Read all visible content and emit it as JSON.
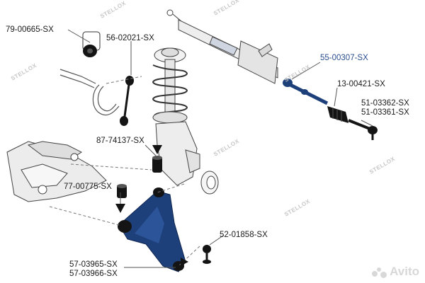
{
  "labels": {
    "p79_00665": "79-00665-SX",
    "p56_02021": "56-02021-SX",
    "p55_00307": "55-00307-SX",
    "p13_00421": "13-00421-SX",
    "p51_03362": "51-03362-SX",
    "p51_03361": "51-03361-SX",
    "p87_74137": "87-74137-SX",
    "p77_00775": "77-00775-SX",
    "p52_01858": "52-01858-SX",
    "p57_03965": "57-03965-SX",
    "p57_03966": "57-03966-SX"
  },
  "watermark": {
    "brand_text": "STELLOX",
    "avito_text": "Avito"
  },
  "colors": {
    "highlight_part": "#1d3f7a",
    "highlight_label": "#2a4f8f",
    "line_art": "#3a3a3a",
    "leader": "#6a6a6a",
    "black_parts": "#141414"
  }
}
